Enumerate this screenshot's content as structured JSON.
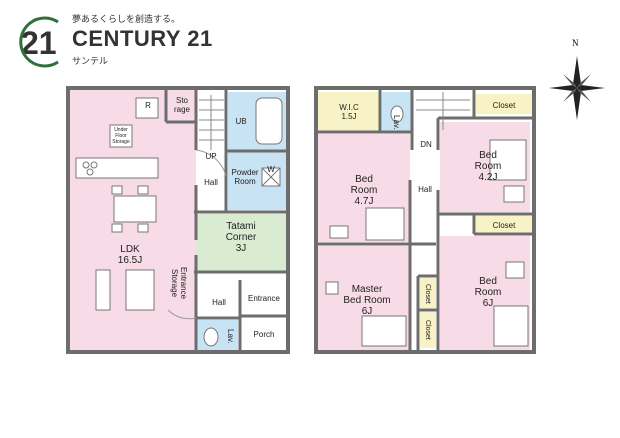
{
  "brand": {
    "tagline": "夢あるくらしを創造する。",
    "logo_number": "21",
    "name": "CENTURY 21",
    "branch": "サンテル"
  },
  "compass": {
    "label": "N"
  },
  "colors": {
    "pink": "#f7dbe6",
    "green": "#d9ecd2",
    "blue": "#c8e3f4",
    "yellow": "#f8f3c6",
    "wall": "#6d6d6d",
    "logo_green": "#2f6f3b"
  },
  "floor1": {
    "rooms": {
      "ldk": "LDK\n16.5J",
      "storage": "Sto\nrage",
      "under_floor": "Under\nFloor\nStorage",
      "r_mark": "R",
      "ub": "UB",
      "hall": "Hall",
      "up": "UP",
      "powder": "Powder\nRoom",
      "w_mark": "W",
      "tatami": "Tatami\nCorner\n3J",
      "entrance_storage": "Entrance\nStorage",
      "hall_small": "Hall",
      "entrance": "Entrance",
      "lav": "Lav.",
      "porch": "Porch"
    }
  },
  "floor2": {
    "rooms": {
      "wic": "W.I.C\n1.5J",
      "lav": "Lav.",
      "dn": "DN",
      "closet_top": "Closet",
      "bed_a": "Bed\nRoom\n4.7J",
      "hall": "Hall",
      "bed_b": "Bed\nRoom\n4.2J",
      "closet_mid": "Closet",
      "master": "Master\nBed Room\n6J",
      "closet_v1": "Closet",
      "closet_v2": "Closet",
      "bed_c": "Bed\nRoom\n6J"
    }
  }
}
